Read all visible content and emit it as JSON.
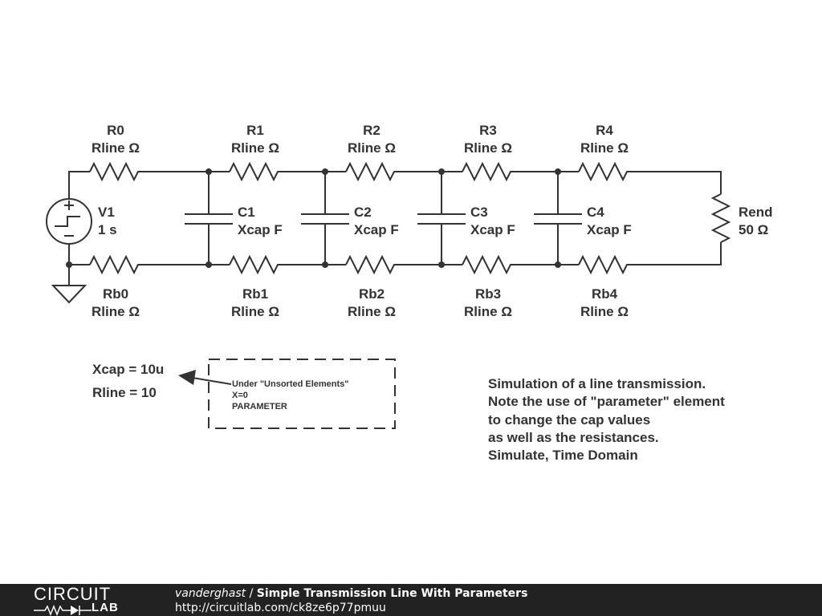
{
  "components": {
    "R0": {
      "name": "R0",
      "value": "Rline Ω"
    },
    "R1": {
      "name": "R1",
      "value": "Rline Ω"
    },
    "R2": {
      "name": "R2",
      "value": "Rline Ω"
    },
    "R3": {
      "name": "R3",
      "value": "Rline Ω"
    },
    "R4": {
      "name": "R4",
      "value": "Rline Ω"
    },
    "Rb0": {
      "name": "Rb0",
      "value": "Rline Ω"
    },
    "Rb1": {
      "name": "Rb1",
      "value": "Rline Ω"
    },
    "Rb2": {
      "name": "Rb2",
      "value": "Rline Ω"
    },
    "Rb3": {
      "name": "Rb3",
      "value": "Rline Ω"
    },
    "Rb4": {
      "name": "Rb4",
      "value": "Rline Ω"
    },
    "C1": {
      "name": "C1",
      "value": "Xcap F"
    },
    "C2": {
      "name": "C2",
      "value": "Xcap F"
    },
    "C3": {
      "name": "C3",
      "value": "Xcap F"
    },
    "C4": {
      "name": "C4",
      "value": "Xcap F"
    },
    "V1": {
      "name": "V1",
      "value": "1 s"
    },
    "Rend": {
      "name": "Rend",
      "value": "50 Ω"
    }
  },
  "parameters": {
    "xcap": "Xcap = 10u",
    "rline": "Rline = 10"
  },
  "param_note": {
    "line1": "Under \"Unsorted Elements\"",
    "line2": "X=0",
    "line3": "PARAMETER"
  },
  "description": [
    "Simulation of a line transmission.",
    "Note the use of \"parameter\" element",
    "to change the cap values",
    "as well as the resistances.",
    "Simulate, Time Domain"
  ],
  "footer": {
    "logo_top": "CIRCUIT",
    "logo_bottom": "LAB",
    "author": "vanderghast",
    "separator": " / ",
    "title": "Simple Transmission Line With Parameters",
    "url": "http://circuitlab.com/ck8ze6p77pmuu"
  }
}
